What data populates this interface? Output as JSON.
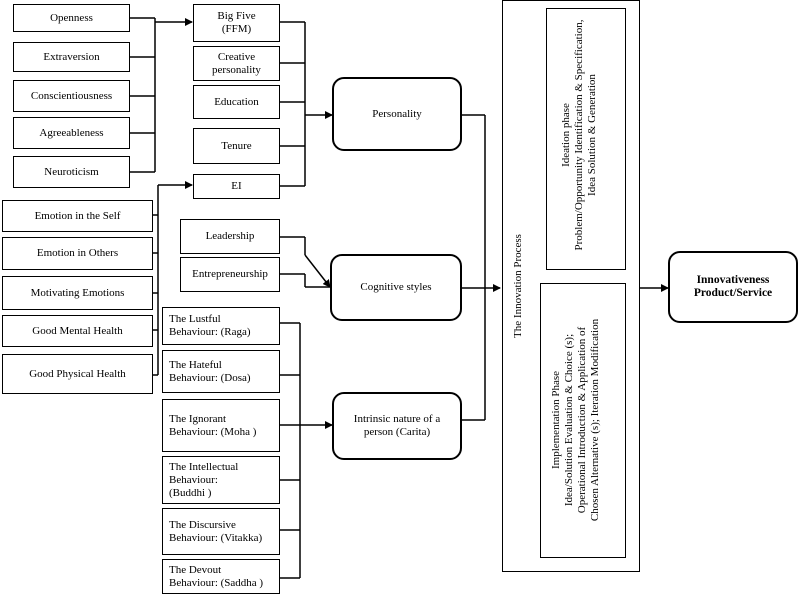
{
  "traits": [
    "Openness",
    "Extraversion",
    "Conscientiousness",
    "Agreeableness",
    "Neuroticism"
  ],
  "ei_items": [
    "Emotion in the Self",
    "Emotion in Others",
    "Motivating Emotions",
    "Good Mental Health",
    "Good Physical Health"
  ],
  "personality_factors": {
    "big_five": "Big Five\n(FFM)",
    "creative": "Creative\npersonality",
    "education": "Education",
    "tenure": "Tenure",
    "ei": "EI"
  },
  "cognitive_factors": {
    "leadership": "Leadership",
    "entrepreneurship": "Entrepreneurship"
  },
  "carita_items": [
    "The Lustful\nBehaviour:  (Raga)",
    "The Hateful\nBehaviour:  (Dosa)",
    "The Ignorant\nBehaviour:  (Moha )",
    "The Intellectual\nBehaviour:\n(Buddhi )",
    "The Discursive\nBehaviour: (Vitakka)",
    "The Devout\nBehaviour: (Saddha )"
  ],
  "middle": {
    "personality": "Personality",
    "cognitive": "Cognitive styles",
    "carita": "Intrinsic nature of a\nperson (Carita)"
  },
  "process": {
    "title": "The Innovation Process",
    "ideation": "Ideation phase\nProblem/Opportunity Identification & Specification,\nIdea Solution & Generation",
    "implementation": "Implementation Phase\nIdea/Solution Evaluation & Choice (s);\nOperational Introduction & Application of\nChosen Alternative (s); Iteration Modification"
  },
  "outcome": "Innovativeness\nProduct/Service"
}
